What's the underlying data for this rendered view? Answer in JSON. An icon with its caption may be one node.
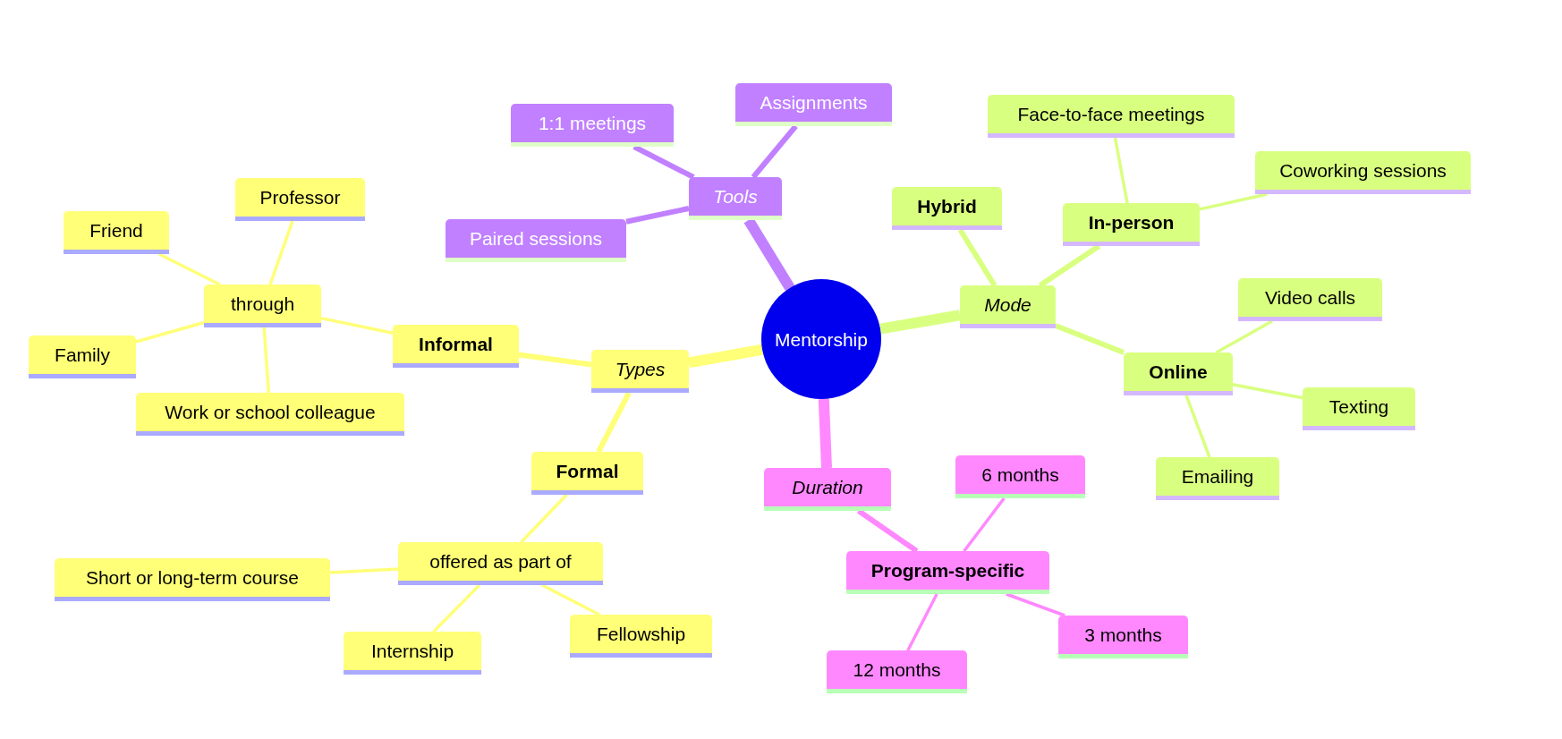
{
  "diagram": {
    "nodes": [
      {
        "text": [
          "Mentorship"
        ]
      },
      {
        "text": [
          "Types"
        ]
      },
      {
        "text": [
          "Informal"
        ]
      },
      {
        "text": [
          "through"
        ]
      },
      {
        "text": [
          "Friend"
        ]
      },
      {
        "text": [
          "Professor"
        ]
      },
      {
        "text": [
          "Family"
        ]
      },
      {
        "text": [
          "Work or school colleague"
        ]
      },
      {
        "text": [
          "Formal"
        ]
      },
      {
        "text": [
          "offered as part of"
        ]
      },
      {
        "text": [
          "Short or long-term course"
        ]
      },
      {
        "text": [
          "Internship"
        ]
      },
      {
        "text": [
          "Fellowship"
        ]
      },
      {
        "text": [
          "Tools"
        ]
      },
      {
        "text": [
          "1:1 meetings"
        ]
      },
      {
        "text": [
          "Assignments"
        ]
      },
      {
        "text": [
          "Paired sessions"
        ]
      },
      {
        "text": [
          "Mode"
        ]
      },
      {
        "text": [
          "Hybrid"
        ]
      },
      {
        "text": [
          "In-person"
        ]
      },
      {
        "text": [
          "Face-to-face meetings"
        ]
      },
      {
        "text": [
          "Coworking sessions"
        ]
      },
      {
        "text": [
          "Online"
        ]
      },
      {
        "text": [
          "Video calls"
        ]
      },
      {
        "text": [
          "Texting"
        ]
      },
      {
        "text": [
          "Emailing"
        ]
      },
      {
        "text": [
          "Duration"
        ]
      },
      {
        "text": [
          "Program-specific"
        ]
      },
      {
        "text": [
          "6 months"
        ]
      },
      {
        "text": [
          "3 months"
        ]
      },
      {
        "text": [
          "12 months"
        ]
      }
    ],
    "edges": [
      {
        "from": 0,
        "to": 1,
        "arrow": "none",
        "style": "thick",
        "color": "#ffff78"
      },
      {
        "from": 1,
        "to": 2,
        "arrow": "none",
        "color": "#ffff78"
      },
      {
        "from": 2,
        "to": 3,
        "arrow": "none",
        "color": "#ffff78"
      },
      {
        "from": 3,
        "to": 4,
        "arrow": "none",
        "color": "#ffff78"
      },
      {
        "from": 3,
        "to": 5,
        "arrow": "none",
        "color": "#ffff78"
      },
      {
        "from": 3,
        "to": 6,
        "arrow": "none",
        "color": "#ffff78"
      },
      {
        "from": 3,
        "to": 7,
        "arrow": "none",
        "color": "#ffff78"
      },
      {
        "from": 1,
        "to": 8,
        "arrow": "none",
        "color": "#ffff78"
      },
      {
        "from": 8,
        "to": 9,
        "arrow": "none",
        "color": "#ffff78"
      },
      {
        "from": 9,
        "to": 10,
        "arrow": "none",
        "color": "#ffff78"
      },
      {
        "from": 9,
        "to": 11,
        "arrow": "none",
        "color": "#ffff78"
      },
      {
        "from": 9,
        "to": 12,
        "arrow": "none",
        "color": "#ffff78"
      },
      {
        "from": 0,
        "to": 13,
        "arrow": "none",
        "style": "thick",
        "color": "#c080ff"
      },
      {
        "from": 13,
        "to": 14,
        "arrow": "none",
        "color": "#c080ff"
      },
      {
        "from": 13,
        "to": 15,
        "arrow": "none",
        "color": "#c080ff"
      },
      {
        "from": 13,
        "to": 16,
        "arrow": "none",
        "color": "#c080ff"
      },
      {
        "from": 0,
        "to": 17,
        "arrow": "none",
        "style": "thick",
        "color": "#d9ff80"
      },
      {
        "from": 17,
        "to": 18,
        "arrow": "none",
        "color": "#d9ff80"
      },
      {
        "from": 17,
        "to": 19,
        "arrow": "none",
        "color": "#d9ff80"
      },
      {
        "from": 19,
        "to": 20,
        "arrow": "none",
        "color": "#d9ff80"
      },
      {
        "from": 19,
        "to": 21,
        "arrow": "none",
        "color": "#d9ff80"
      },
      {
        "from": 17,
        "to": 22,
        "arrow": "none",
        "color": "#d9ff80"
      },
      {
        "from": 22,
        "to": 23,
        "arrow": "none",
        "color": "#d9ff80"
      },
      {
        "from": 22,
        "to": 24,
        "arrow": "none",
        "color": "#d9ff80"
      },
      {
        "from": 22,
        "to": 25,
        "arrow": "none",
        "color": "#d9ff80"
      },
      {
        "from": 0,
        "to": 26,
        "arrow": "none",
        "style": "thick",
        "color": "#ff88ff"
      },
      {
        "from": 26,
        "to": 27,
        "arrow": "none",
        "color": "#ff88ff"
      },
      {
        "from": 27,
        "to": 28,
        "arrow": "none",
        "color": "#ff88ff"
      },
      {
        "from": 27,
        "to": 29,
        "arrow": "none",
        "color": "#ff88ff"
      },
      {
        "from": 27,
        "to": 30,
        "arrow": "none",
        "color": "#ff88ff"
      }
    ]
  }
}
